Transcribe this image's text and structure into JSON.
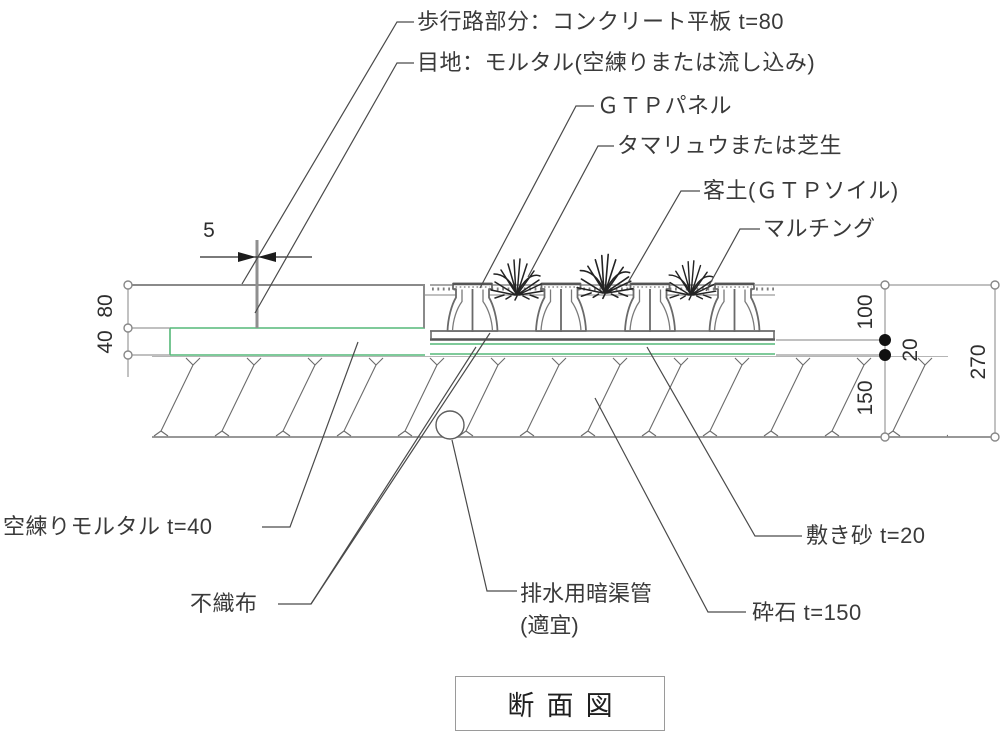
{
  "drawing_title": "断面図",
  "labels": {
    "walkway": "歩行路部分：コンクリート平板 t=80",
    "joint": "目地：モルタル(空練りまたは流し込み)",
    "gtp_panel": "ＧＴＰパネル",
    "turf": "タマリュウまたは芝生",
    "soil": "客土(ＧＴＰソイル)",
    "mulch": "マルチング",
    "dry_mortar": "空練りモルタル t=40",
    "nonwoven_fabric": "不織布",
    "drain_pipe": "排水用暗渠管",
    "drain_pipe_note": "(適宜)",
    "sand_bed": "敷き砂  t=20",
    "crushed_stone": "砕石  t=150"
  },
  "dimensions": {
    "joint_width": "5",
    "slab_thickness": "80",
    "mortar_thickness": "40",
    "panel_height": "100",
    "sand_thickness": "20",
    "stone_thickness": "150",
    "total_depth": "270"
  },
  "colors": {
    "layer_green": "#55b878",
    "structure_gray": "#8a8a8a",
    "ink": "#3a3a3a"
  }
}
